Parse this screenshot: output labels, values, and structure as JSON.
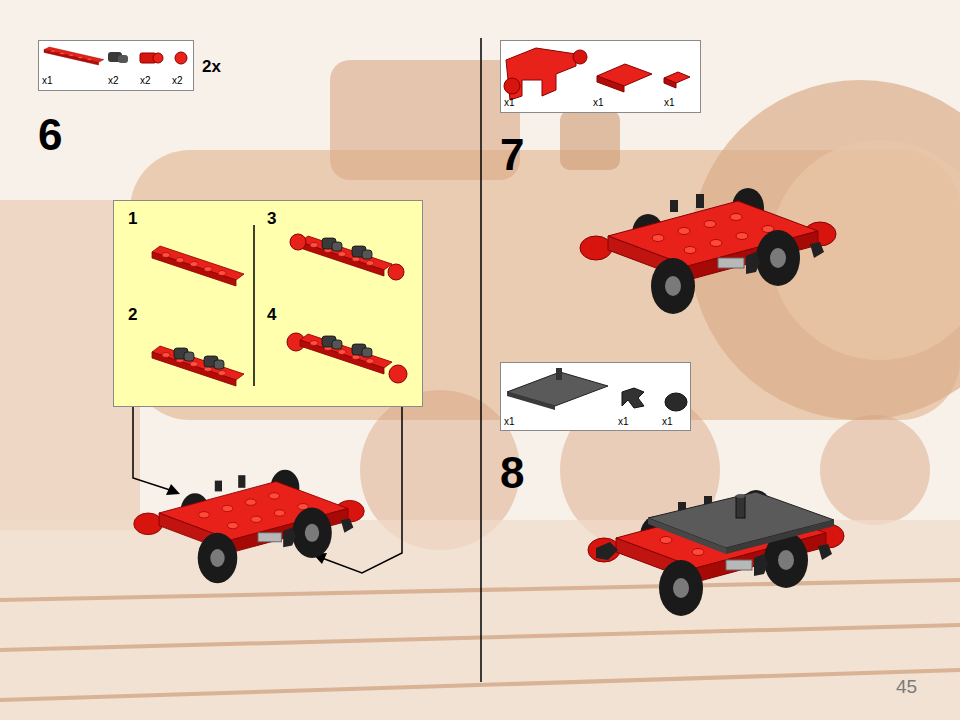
{
  "diagram": {
    "nodes": [
      {
        "text": [
          "x1",
          "x2",
          "x2",
          "x2"
        ]
      },
      {
        "text": [
          "1",
          "3",
          "2",
          "4"
        ]
      },
      {
        "text": [
          "x1",
          "x1",
          "x1"
        ]
      },
      {
        "text": [
          "x1",
          "x1",
          "x1"
        ]
      }
    ],
    "labels": [
      "2x",
      "6",
      "7",
      "8",
      "45"
    ]
  }
}
